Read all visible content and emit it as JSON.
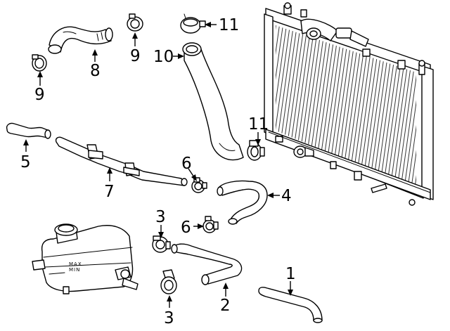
{
  "diagram": {
    "callouts": {
      "c1": "1",
      "c2": "2",
      "c3a": "3",
      "c3b": "3",
      "c4": "4",
      "c5": "5",
      "c6a": "6",
      "c6b": "6",
      "c7": "7",
      "c8": "8",
      "c9a": "9",
      "c9b": "9",
      "c10": "10",
      "c11a": "11",
      "c11b": "11"
    },
    "reservoir_markings": {
      "max": "MAX",
      "min": "MIN"
    }
  }
}
